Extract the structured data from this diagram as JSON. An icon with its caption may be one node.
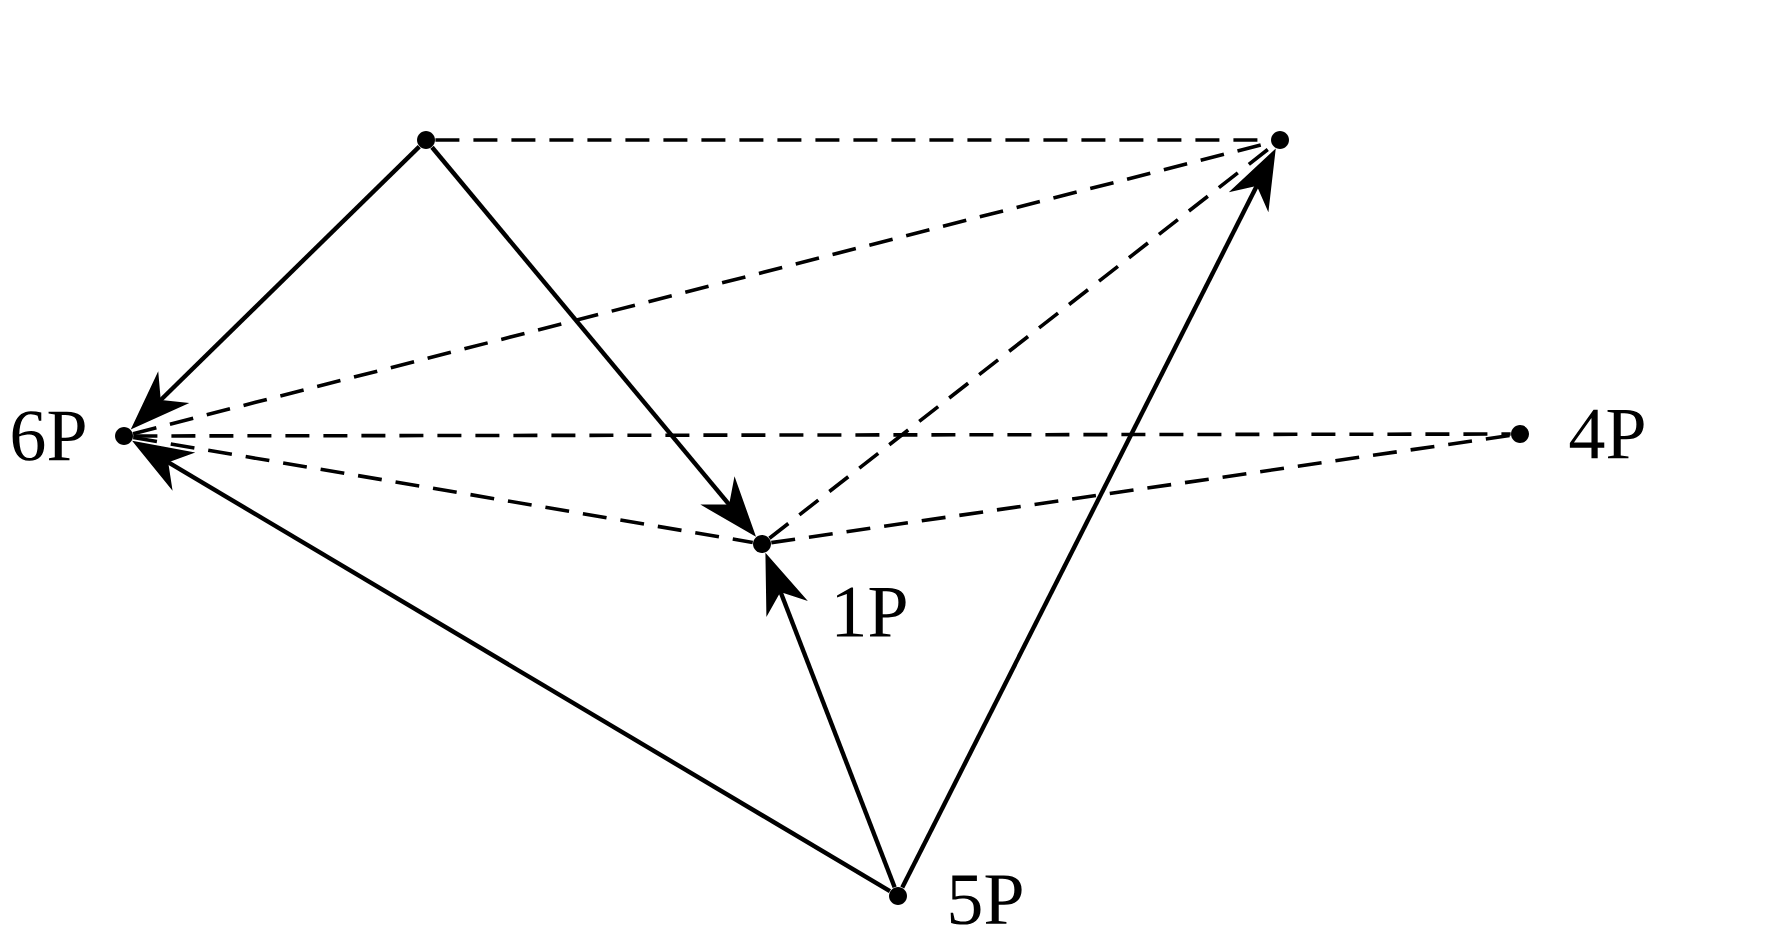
{
  "diagram": {
    "nodes": [
      {
        "text": [],
        "shape": "circle"
      },
      {
        "text": [],
        "shape": "circle"
      },
      {
        "text": [],
        "shape": "circle",
        "beside": [
          "6P"
        ]
      },
      {
        "text": [],
        "shape": "circle",
        "beside": [
          "4P"
        ]
      },
      {
        "text": [],
        "shape": "circle",
        "beside": [
          "1P"
        ]
      },
      {
        "text": [],
        "shape": "circle",
        "beside": [
          "5P"
        ]
      }
    ],
    "edges": [
      {
        "from": 0,
        "to": 1,
        "arrow": "none",
        "style": "dashed"
      },
      {
        "from": 0,
        "to": 2,
        "arrow": "to"
      },
      {
        "from": 0,
        "to": 4,
        "arrow": "to"
      },
      {
        "from": 2,
        "to": 1,
        "arrow": "none",
        "style": "dashed"
      },
      {
        "from": 2,
        "to": 3,
        "arrow": "none",
        "style": "dashed"
      },
      {
        "from": 2,
        "to": 4,
        "arrow": "none",
        "style": "dashed"
      },
      {
        "from": 4,
        "to": 1,
        "arrow": "none",
        "style": "dashed"
      },
      {
        "from": 4,
        "to": 3,
        "arrow": "none",
        "style": "dashed"
      },
      {
        "from": 5,
        "to": 2,
        "arrow": "to"
      },
      {
        "from": 5,
        "to": 4,
        "arrow": "to"
      },
      {
        "from": 5,
        "to": 1,
        "arrow": "to"
      }
    ]
  }
}
